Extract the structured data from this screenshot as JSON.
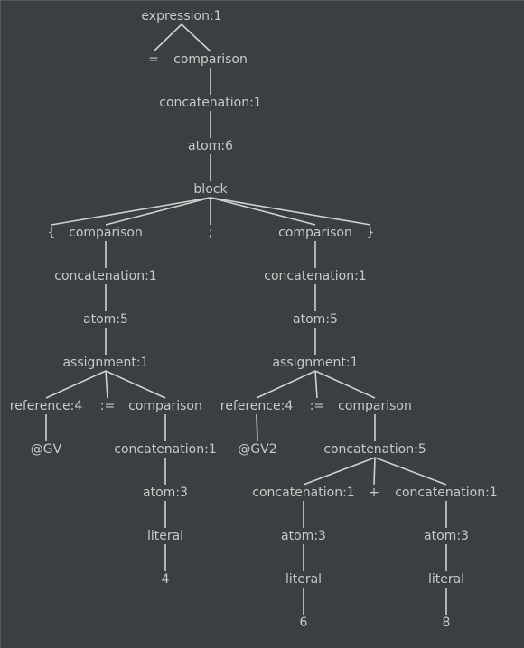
{
  "tree": {
    "nodes": [
      {
        "id": "n0",
        "label": "expression:1"
      },
      {
        "id": "n1",
        "label": "="
      },
      {
        "id": "n2",
        "label": "comparison"
      },
      {
        "id": "n3",
        "label": "concatenation:1"
      },
      {
        "id": "n4",
        "label": "atom:6"
      },
      {
        "id": "n5",
        "label": "block"
      },
      {
        "id": "n6",
        "label": "{"
      },
      {
        "id": "n7",
        "label": "comparison"
      },
      {
        "id": "n8",
        "label": ";"
      },
      {
        "id": "n9",
        "label": "comparison"
      },
      {
        "id": "n10",
        "label": "}"
      },
      {
        "id": "n11",
        "label": "concatenation:1"
      },
      {
        "id": "n12",
        "label": "atom:5"
      },
      {
        "id": "n13",
        "label": "assignment:1"
      },
      {
        "id": "n14",
        "label": "reference:4"
      },
      {
        "id": "n15",
        "label": ":="
      },
      {
        "id": "n16",
        "label": "comparison"
      },
      {
        "id": "n17",
        "label": "@GV"
      },
      {
        "id": "n18",
        "label": "concatenation:1"
      },
      {
        "id": "n19",
        "label": "atom:3"
      },
      {
        "id": "n20",
        "label": "literal"
      },
      {
        "id": "n21",
        "label": "4"
      },
      {
        "id": "n22",
        "label": "concatenation:1"
      },
      {
        "id": "n23",
        "label": "atom:5"
      },
      {
        "id": "n24",
        "label": "assignment:1"
      },
      {
        "id": "n25",
        "label": "reference:4"
      },
      {
        "id": "n26",
        "label": ":="
      },
      {
        "id": "n27",
        "label": "comparison"
      },
      {
        "id": "n28",
        "label": "@GV2"
      },
      {
        "id": "n29",
        "label": "concatenation:5"
      },
      {
        "id": "n30",
        "label": "concatenation:1"
      },
      {
        "id": "n31",
        "label": "+"
      },
      {
        "id": "n32",
        "label": "concatenation:1"
      },
      {
        "id": "n33",
        "label": "atom:3"
      },
      {
        "id": "n34",
        "label": "literal"
      },
      {
        "id": "n35",
        "label": "6"
      },
      {
        "id": "n36",
        "label": "atom:3"
      },
      {
        "id": "n37",
        "label": "literal"
      },
      {
        "id": "n38",
        "label": "8"
      }
    ],
    "edges": [
      [
        "n0",
        "n1"
      ],
      [
        "n0",
        "n2"
      ],
      [
        "n2",
        "n3"
      ],
      [
        "n3",
        "n4"
      ],
      [
        "n4",
        "n5"
      ],
      [
        "n5",
        "n6"
      ],
      [
        "n5",
        "n7"
      ],
      [
        "n5",
        "n8"
      ],
      [
        "n5",
        "n9"
      ],
      [
        "n5",
        "n10"
      ],
      [
        "n7",
        "n11"
      ],
      [
        "n11",
        "n12"
      ],
      [
        "n12",
        "n13"
      ],
      [
        "n13",
        "n14"
      ],
      [
        "n13",
        "n15"
      ],
      [
        "n13",
        "n16"
      ],
      [
        "n14",
        "n17"
      ],
      [
        "n16",
        "n18"
      ],
      [
        "n18",
        "n19"
      ],
      [
        "n19",
        "n20"
      ],
      [
        "n20",
        "n21"
      ],
      [
        "n9",
        "n22"
      ],
      [
        "n22",
        "n23"
      ],
      [
        "n23",
        "n24"
      ],
      [
        "n24",
        "n25"
      ],
      [
        "n24",
        "n26"
      ],
      [
        "n24",
        "n27"
      ],
      [
        "n25",
        "n28"
      ],
      [
        "n27",
        "n29"
      ],
      [
        "n29",
        "n30"
      ],
      [
        "n29",
        "n31"
      ],
      [
        "n29",
        "n32"
      ],
      [
        "n30",
        "n33"
      ],
      [
        "n33",
        "n34"
      ],
      [
        "n34",
        "n35"
      ],
      [
        "n32",
        "n36"
      ],
      [
        "n36",
        "n37"
      ],
      [
        "n37",
        "n38"
      ]
    ]
  }
}
